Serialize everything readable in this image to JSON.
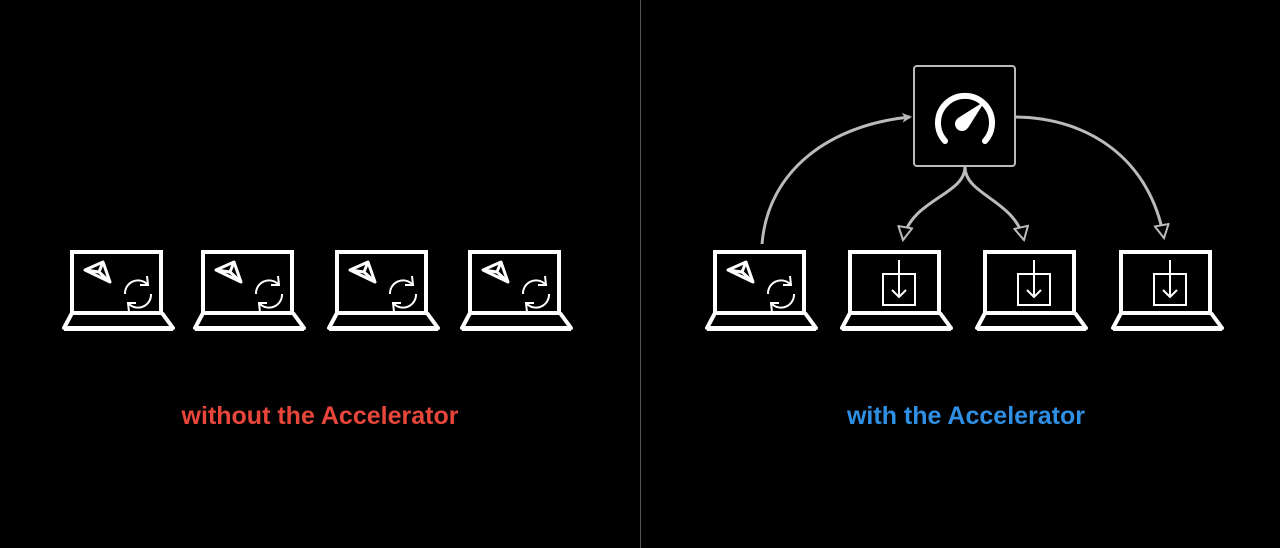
{
  "left_panel": {
    "caption": "without the Accelerator",
    "caption_color": "#e8463a",
    "laptops": [
      "unity-rebuild",
      "unity-rebuild",
      "unity-rebuild",
      "unity-rebuild"
    ]
  },
  "right_panel": {
    "caption": "with the Accelerator",
    "caption_color": "#2f8fe3",
    "server_icon": "speedometer-icon",
    "laptops": [
      "unity-rebuild",
      "download",
      "download",
      "download"
    ]
  }
}
